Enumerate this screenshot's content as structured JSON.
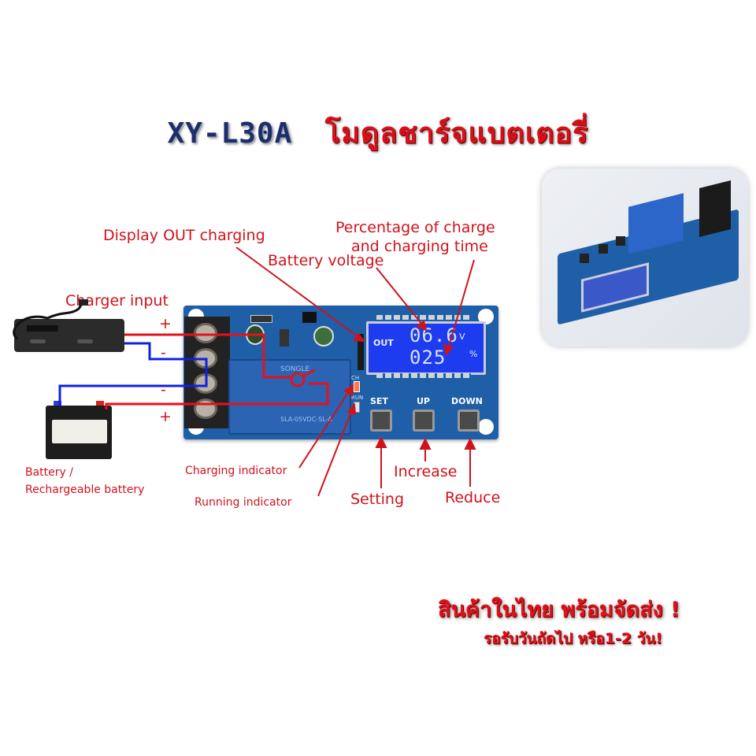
{
  "title": {
    "model": "XY-L30A",
    "thai": "โมดูลชาร์จแบตเตอรี่"
  },
  "labels": {
    "display_out_charging": "Display OUT charging",
    "percentage_line1": "Percentage of charge",
    "percentage_line2": "and charging time",
    "battery_voltage": "Battery voltage",
    "charger_input": "Charger input",
    "battery_line1": "Battery /",
    "battery_line2": "Rechargeable battery",
    "charging_indicator": "Charging indicator",
    "running_indicator": "Running indicator",
    "setting": "Setting",
    "increase": "Increase",
    "reduce": "Reduce"
  },
  "polarity": {
    "charger_plus": "+",
    "charger_minus": "-",
    "battery_minus": "-",
    "battery_plus": "+"
  },
  "lcd": {
    "out": "OUT",
    "voltage": "06.6",
    "voltage_unit": "V",
    "percent": "025",
    "percent_unit": "%"
  },
  "board": {
    "buttons": [
      {
        "label": "SET"
      },
      {
        "label": "UP"
      },
      {
        "label": "DOWN"
      }
    ],
    "led_ch": "CH",
    "led_run": "RUN",
    "relay_brand": "SONGLE",
    "relay_model": "SLA-05VDC-SL-A"
  },
  "promo": {
    "line1": "สินค้าในไทย พร้อมจัดส่ง !",
    "line2": "รอรับวันถัดไป หรือ1-2 วัน!"
  },
  "colors": {
    "label_red": "#d0121b",
    "title_navy": "#1c2f6b",
    "pcb_blue": "#1f5fa8",
    "lcd_blue": "#1d3cf0",
    "wire_red": "#e8101a",
    "wire_blue": "#1020e0"
  }
}
